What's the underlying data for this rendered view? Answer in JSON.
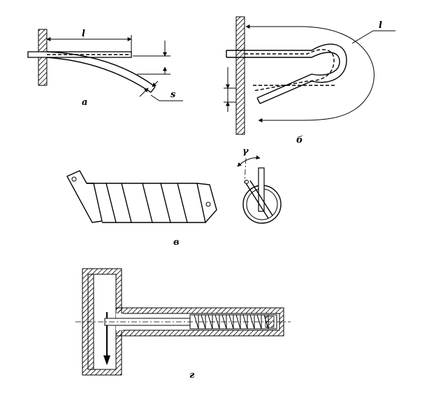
{
  "labels": {
    "a": "а",
    "b": "б",
    "v": "в",
    "g": "г",
    "l_a": "l",
    "s": "s",
    "l_b": "l",
    "gamma": "γ"
  }
}
